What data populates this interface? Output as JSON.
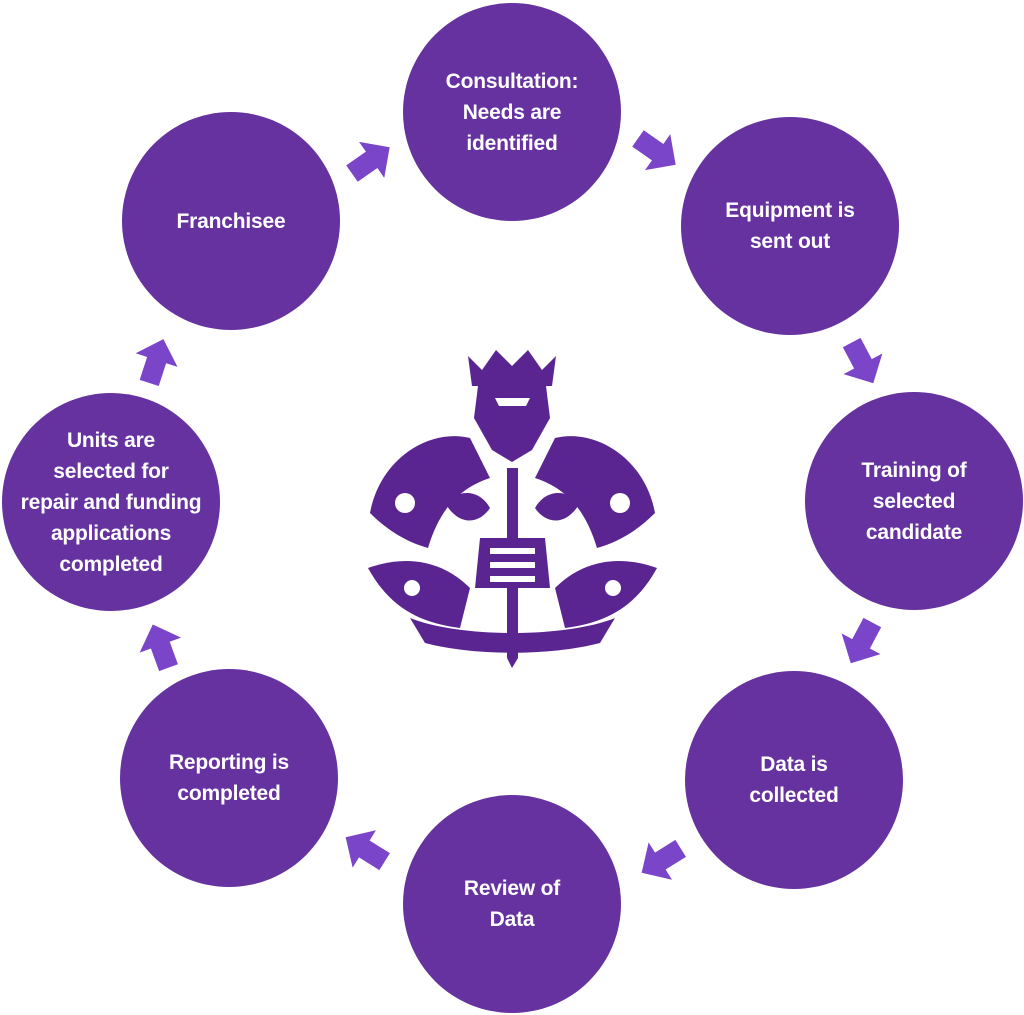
{
  "colors": {
    "circle": "#6532a0",
    "arrow": "#7a45c8",
    "emblem": "#5a2591",
    "text": "#ffffff"
  },
  "center_graphic": "knight-emblem-icon",
  "steps": [
    {
      "label": "Consultation:\nNeeds are\nidentified"
    },
    {
      "label": "Equipment is\nsent out"
    },
    {
      "label": "Training of\nselected\ncandidate"
    },
    {
      "label": "Data is\ncollected"
    },
    {
      "label": "Review of\nData"
    },
    {
      "label": "Reporting is\ncompleted"
    },
    {
      "label": "Units are\nselected for\nrepair and funding\napplications\ncompleted"
    },
    {
      "label": "Franchisee"
    }
  ]
}
